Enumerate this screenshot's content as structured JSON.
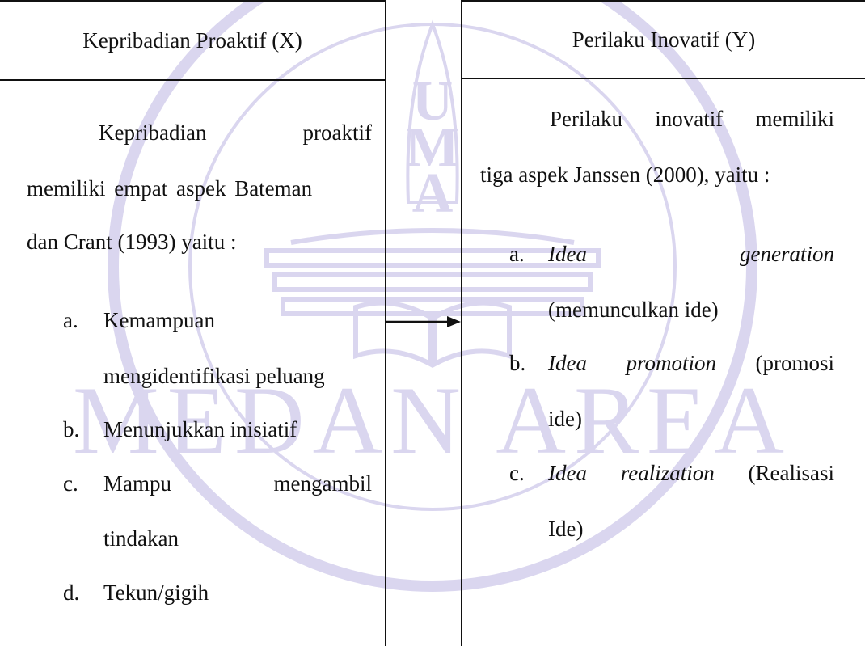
{
  "watermark": {
    "text": "MEDAN AREA",
    "letters": [
      "U",
      "M",
      "A"
    ],
    "color": "#dad6ef"
  },
  "box_x": {
    "title": "Kepribadian Proaktif (X)",
    "intro_line1_word1": "Kepribadian",
    "intro_line1_word2": "proaktif",
    "intro_line2": "memiliki empat aspek Bateman",
    "intro_line3": "dan Crant (1993) yaitu :",
    "items": [
      {
        "marker": "a.",
        "line1_word1": "Kemampuan",
        "line2": "mengidentifikasi peluang"
      },
      {
        "marker": "b.",
        "line1": "Menunjukkan inisiatif"
      },
      {
        "marker": "c.",
        "line1_word1": "Mampu",
        "line1_word2": "mengambil",
        "line2": "tindakan"
      },
      {
        "marker": "d.",
        "line1": "Tekun/gigih"
      }
    ]
  },
  "box_y": {
    "title": "Perilaku Inovatif (Y)",
    "intro_line1_words": [
      "Perilaku",
      "inovatif",
      "memiliki"
    ],
    "intro_line2": "tiga aspek Janssen (2000), yaitu :",
    "items": [
      {
        "marker": "a.",
        "term_word1": "Idea",
        "term_word2": "generation",
        "line2": "(memunculkan ide)"
      },
      {
        "marker": "b.",
        "term_word1": "Idea",
        "term_word2": "promotion",
        "paren": "(promosi",
        "line2": "ide)"
      },
      {
        "marker": "c.",
        "term_word1": "Idea",
        "term_word2": "realization",
        "paren": "(Realisasi",
        "line2": "Ide)"
      }
    ]
  },
  "arrow": {
    "color": "#111111"
  }
}
